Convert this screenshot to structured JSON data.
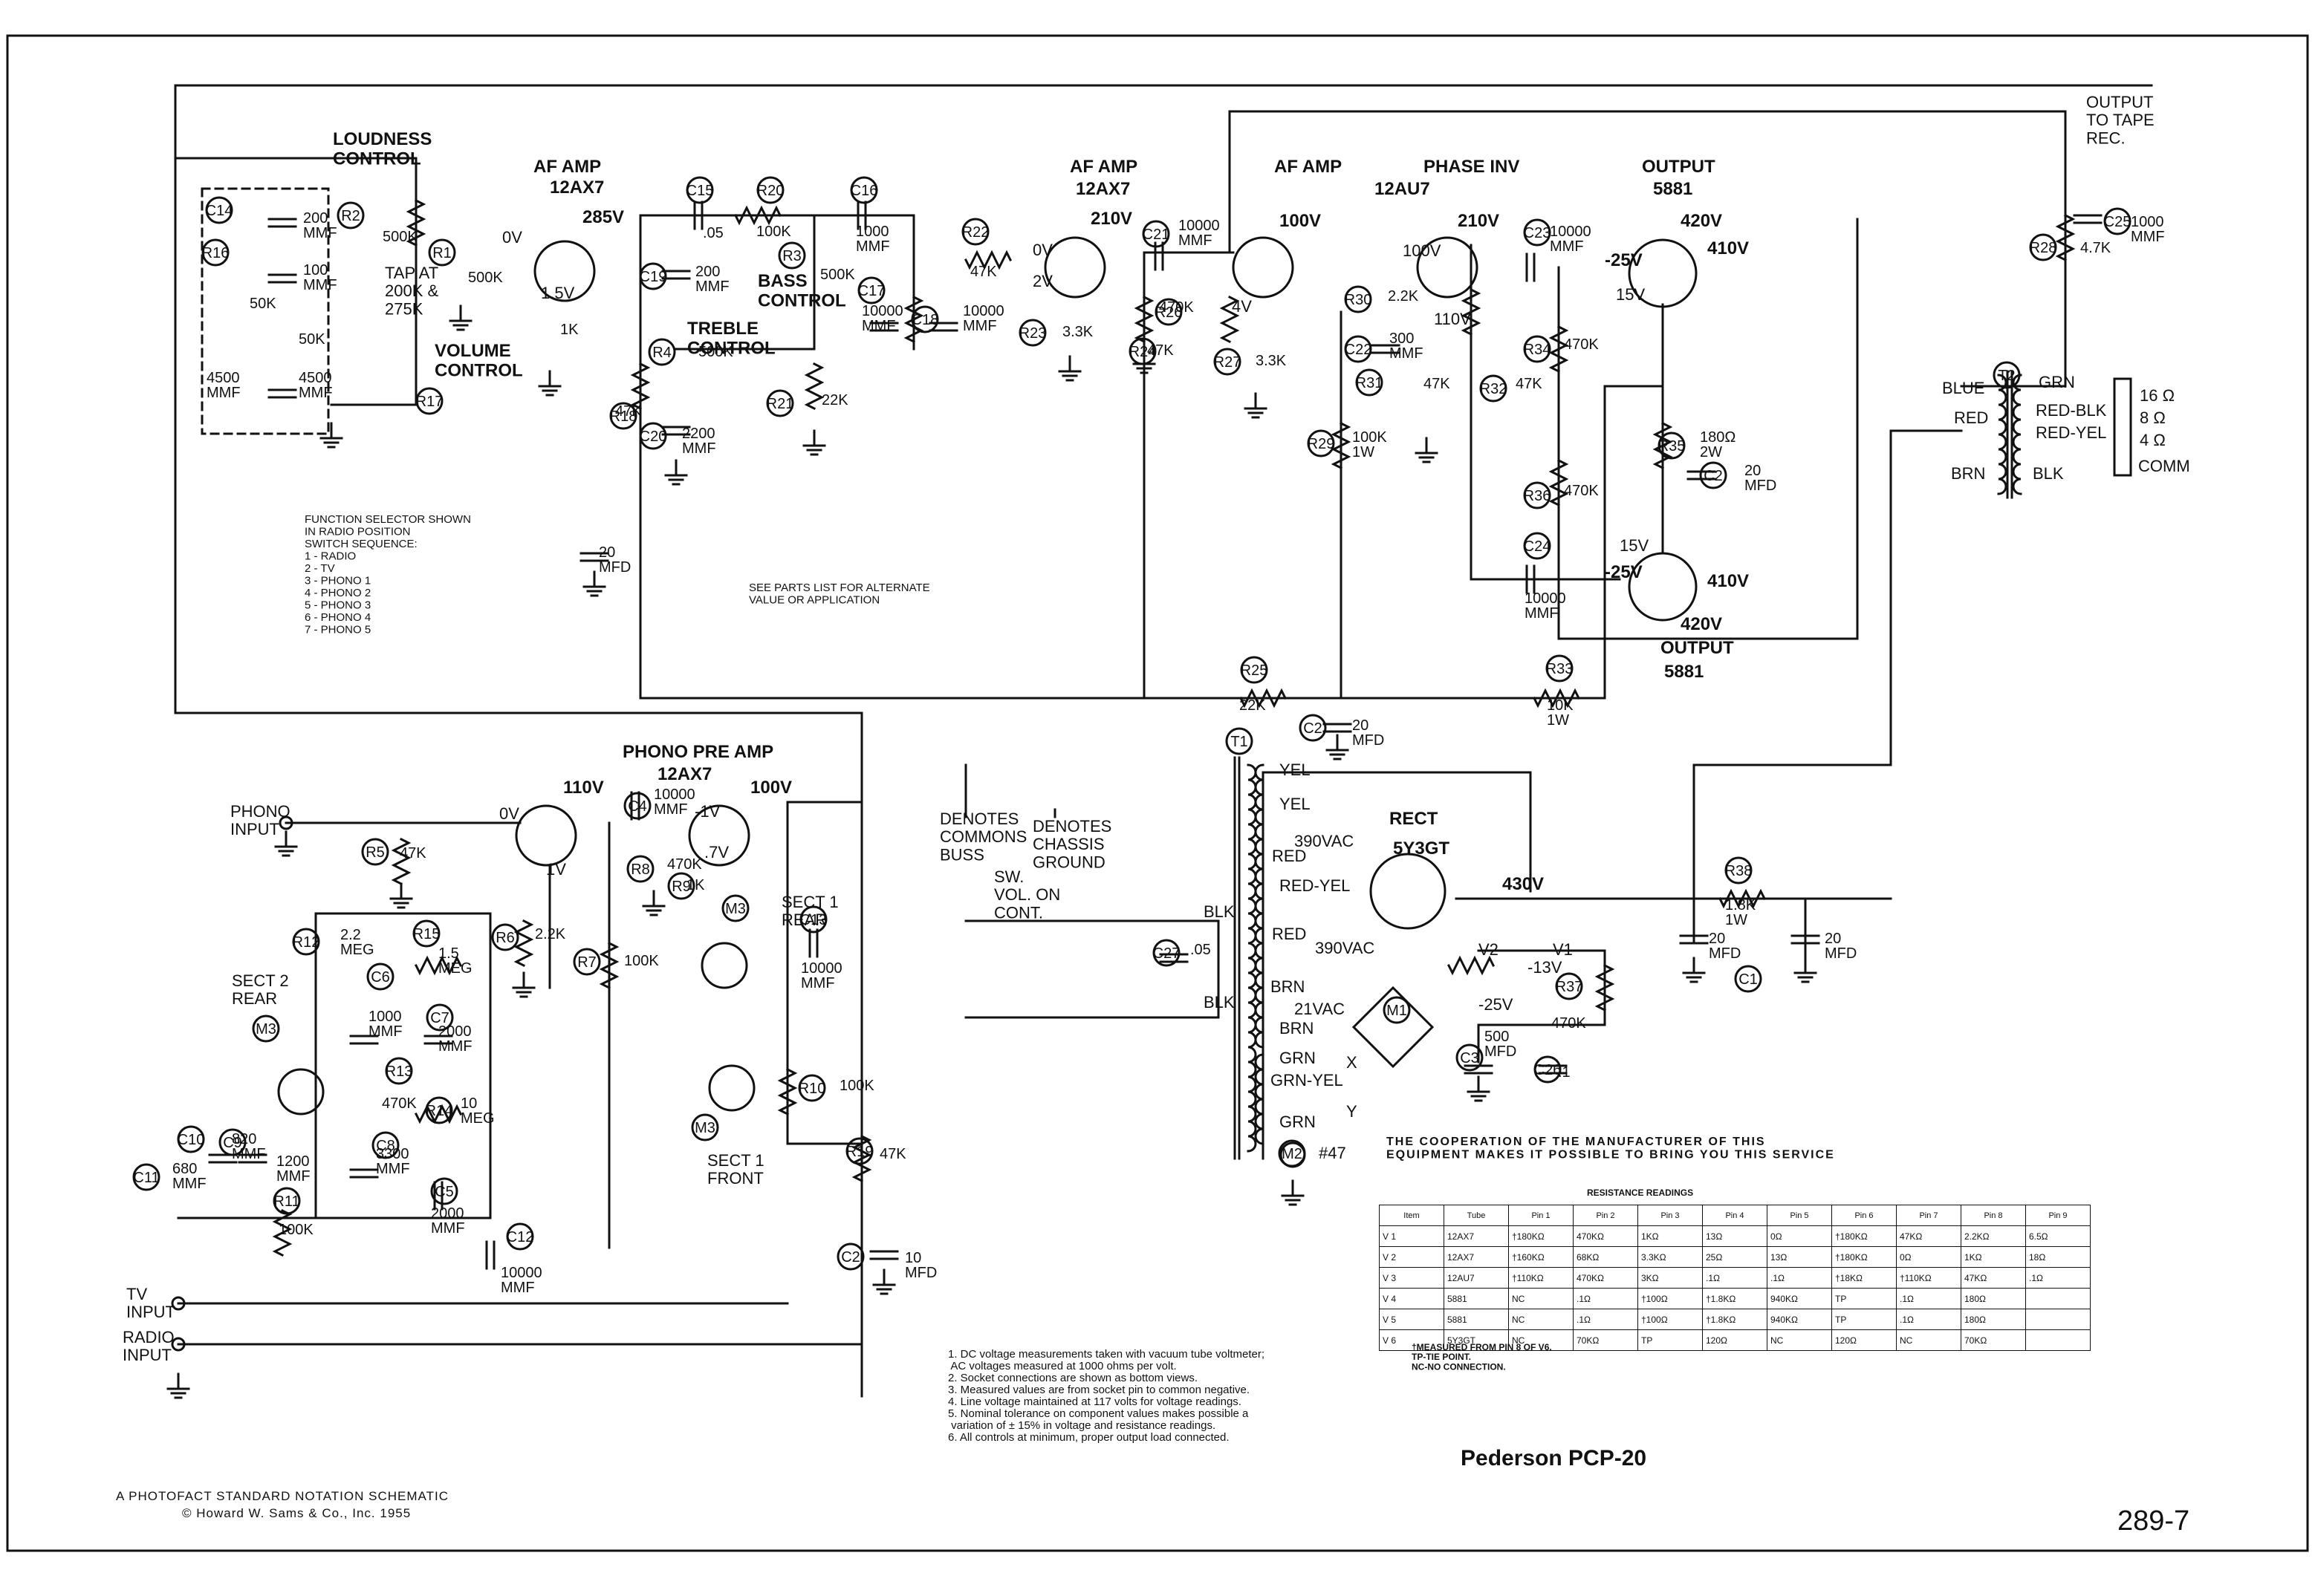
{
  "tubes": {
    "v1": {
      "ref": "V1",
      "section": "",
      "type": "12AX7",
      "func": "PHONO PRE AMP",
      "plate": "100V"
    },
    "v1b": {
      "plate": "110V"
    },
    "v2a": {
      "ref": "V2",
      "section": "A",
      "type": "12AX7",
      "func": "AF AMP",
      "plate": "285V"
    },
    "v2b": {
      "ref": "V2",
      "section": "B",
      "type": "12AX7",
      "func": "AF AMP",
      "plate": "210V"
    },
    "v3a": {
      "func": "AF AMP",
      "plate": "100V"
    },
    "v3b": {
      "ref": "V3",
      "type": "12AU7",
      "func": "PHASE INV",
      "plate": "210V"
    },
    "v4": {
      "ref": "V4",
      "type": "5881",
      "func": "OUTPUT",
      "plate": "420V",
      "screen": "410V",
      "grid": "-25V"
    },
    "v5": {
      "ref": "V5",
      "type": "5881",
      "func": "OUTPUT",
      "plate": "420V",
      "screen": "410V",
      "grid": "-25V"
    },
    "v6": {
      "ref": "V6",
      "type": "5Y3GT",
      "func": "RECT",
      "out": "430V"
    }
  },
  "labels": {
    "loudness": "LOUDNESS\nCONTROL",
    "volume": "VOLUME\nCONTROL",
    "bass": "BASS\nCONTROL",
    "treble": "TREBLE\nCONTROL",
    "tap": "TAP AT\n200K &\n275K",
    "phono_input": "PHONO\nINPUT",
    "tv_input": "TV\nINPUT",
    "radio_input": "RADIO\nINPUT",
    "output_tape": "OUTPUT\nTO TAPE\nREC.",
    "sect2": "SECT 2\nREAR",
    "sect1rear": "SECT 1\nREAR",
    "sect1front": "SECT 1\nFRONT",
    "commons": "DENOTES\nCOMMONS\nBUSS",
    "chassis": "DENOTES\nCHASSIS\nGROUND",
    "switch": "SW.\nVOL. ON\nCONT.",
    "see_parts": "SEE PARTS LIST FOR ALTERNATE\nVALUE OR APPLICATION",
    "function_selector": "FUNCTION SELECTOR SHOWN\nIN RADIO POSITION\nSWITCH SEQUENCE:\n1 - RADIO\n2 - TV\n3 - PHONO 1\n4 - PHONO 2\n5 - PHONO 3\n6 - PHONO 4\n7 - PHONO 5",
    "speaker_taps": [
      "16 Ω",
      "8 Ω",
      "4 Ω",
      "COMM"
    ],
    "xfmr_wires": [
      "GRN",
      "RED-BLK",
      "RED-YEL",
      "BLK"
    ],
    "xfmr_pri": [
      "BLUE",
      "RED",
      "BRN"
    ],
    "t1_wires": [
      "YEL",
      "YEL",
      "RED",
      "RED-YEL",
      "RED",
      "BLK",
      "BLK",
      "BRN",
      "BRN",
      "GRN",
      "GRN-YEL",
      "GRN"
    ],
    "t1_volts": [
      "390VAC",
      "390VAC",
      "21VAC"
    ],
    "lamp": "#47",
    "minus13": "-13V",
    "minus25": "-25V",
    "v1v2": [
      "V2",
      "V1"
    ],
    "xy": [
      "X",
      "Y"
    ]
  },
  "components": [
    "C14",
    "R16",
    "R2",
    "R1",
    "R17",
    "C15",
    "R20",
    "C16",
    "C19",
    "R4",
    "C20",
    "R18",
    "R3",
    "C17",
    "C18",
    "R21",
    "R22",
    "R23",
    "C21",
    "R26",
    "R24",
    "R27",
    "R30",
    "C22",
    "R31",
    "R32",
    "C23",
    "R34",
    "R36",
    "C24",
    "R29",
    "R28",
    "C25",
    "T2",
    "R35",
    "C2",
    "R25",
    "R33",
    "C2",
    "T1",
    "C27",
    "M1",
    "R37",
    "C3",
    "C26",
    "R38",
    "C1",
    "M2",
    "R5",
    "R6",
    "R12",
    "R15",
    "C6",
    "C7",
    "R13",
    "R14",
    "C8",
    "C5",
    "C10",
    "C9",
    "R11",
    "C11",
    "C12",
    "R8",
    "R9",
    "R7",
    "C4",
    "C13",
    "M3",
    "M3",
    "M3",
    "R10",
    "R19",
    "C2"
  ],
  "values": {
    "c14": "200\nMMF",
    "c14b": "100\nMMF",
    "r16a": "50K",
    "r16b": "50K",
    "c14c": "4500\nMMF",
    "c14d": "4500\nMMF",
    "r2": "500K",
    "r1": "500K",
    "r17": "1K",
    "c15": ".05",
    "r20": "100K",
    "c16": "1000\nMMF",
    "c19": "200\nMMF",
    "r4": "500K",
    "c20": "2200\nMMF",
    "r18": "47K",
    "r3": "500K",
    "c17": "10000\nMMF",
    "c18": "10000\nMMF",
    "r21": "22K",
    "r22": "47K",
    "r23": "3.3K",
    "c21": "10000\nMMF",
    "r26": "470K",
    "r24": "47K",
    "r27": "3.3K",
    "r30": "2.2K",
    "c22": "300\nMMF",
    "r31": "47K",
    "r32": "47K",
    "c23": "10000\nMMF",
    "r34": "470K",
    "r36": "470K",
    "c24": "10000\nMMF",
    "r29": "100K\n1W",
    "r28": "4.7K",
    "c25": "1000\nMMF",
    "r35": "180Ω\n2W",
    "c2d": "20\nMFD",
    "c2b": "20\nMFD",
    "r25": "22K",
    "r33": "10K\n1W",
    "c2c": "20\nMFD",
    "c27": ".05",
    "r37": "470K",
    "c3": "500\nMFD",
    "c26": ".1",
    "r38": "1.8K\n1W",
    "c1a": "20\nMFD",
    "c1b": "20\nMFD",
    "r5": "47K",
    "r6": "2.2K",
    "r12": "2.2\nMEG",
    "r15": "1.5\nMEG",
    "c6": "1000\nMMF",
    "c7": "2000\nMMF",
    "r13": "470K",
    "r14": "10\nMEG",
    "c8": "3300\nMMF",
    "c5": "2000\nMMF",
    "c10": "820\nMMF",
    "c9": "1200\nMMF",
    "r11": "100K",
    "c11": "680\nMMF",
    "c12": "10000\nMMF",
    "r8": "470K",
    "r9": "1K",
    "r7": "100K",
    "c4": "10000\nMMF",
    "c13": "10000\nMMF",
    "r10": "100K",
    "r19": "47K",
    "c2a": "10\nMFD"
  },
  "voltages": [
    "0V",
    "1.5V",
    "0V",
    "2V",
    "-1V",
    "1V",
    "0V",
    "4V",
    "100V",
    "110V",
    "15V",
    "15V",
    ".7V"
  ],
  "cooperation": "THE COOPERATION OF THE MANUFACTURER OF THIS\nEQUIPMENT MAKES IT POSSIBLE TO BRING YOU THIS SERVICE",
  "resistance": {
    "title": "RESISTANCE READINGS",
    "headers": [
      "Item",
      "Tube",
      "Pin 1",
      "Pin 2",
      "Pin 3",
      "Pin 4",
      "Pin 5",
      "Pin 6",
      "Pin 7",
      "Pin 8",
      "Pin 9"
    ],
    "rows": [
      [
        "V 1",
        "12AX7",
        "†180KΩ",
        "470KΩ",
        "1KΩ",
        "13Ω",
        "0Ω",
        "†180KΩ",
        "47KΩ",
        "2.2KΩ",
        "6.5Ω"
      ],
      [
        "V 2",
        "12AX7",
        "†160KΩ",
        "68KΩ",
        "3.3KΩ",
        "25Ω",
        "13Ω",
        "†180KΩ",
        "0Ω",
        "1KΩ",
        "18Ω"
      ],
      [
        "V 3",
        "12AU7",
        "†110KΩ",
        "470KΩ",
        "3KΩ",
        ".1Ω",
        ".1Ω",
        "†18KΩ",
        "†110KΩ",
        "47KΩ",
        ".1Ω"
      ],
      [
        "V 4",
        "5881",
        "NC",
        ".1Ω",
        "†100Ω",
        "†1.8KΩ",
        "940KΩ",
        "TP",
        ".1Ω",
        "180Ω",
        ""
      ],
      [
        "V 5",
        "5881",
        "NC",
        ".1Ω",
        "†100Ω",
        "†1.8KΩ",
        "940KΩ",
        "TP",
        ".1Ω",
        "180Ω",
        ""
      ],
      [
        "V 6",
        "5Y3GT",
        "NC",
        "70KΩ",
        "TP",
        "120Ω",
        "NC",
        "120Ω",
        "NC",
        "70KΩ",
        ""
      ]
    ],
    "footnote": "†MEASURED FROM PIN 8 OF V6.\nTP-TIE POINT.\nNC-NO CONNECTION."
  },
  "notes": [
    "1. DC voltage measurements taken with vacuum tube voltmeter;",
    "   AC voltages measured at 1000 ohms per volt.",
    "2. Socket connections are shown as bottom views.",
    "3. Measured values are from socket pin to common negative.",
    "4. Line voltage maintained at 117 volts for voltage readings.",
    "5. Nominal tolerance on component values makes possible a",
    "   variation of ± 15% in voltage and resistance readings.",
    "6. All controls at minimum, proper output load connected."
  ],
  "brand": "Pederson PCP-20",
  "footer": {
    "line1": "A PHOTOFACT STANDARD NOTATION SCHEMATIC",
    "line2": "© Howard  W. Sams & Co., Inc.  1955"
  },
  "page_number": "289-7"
}
